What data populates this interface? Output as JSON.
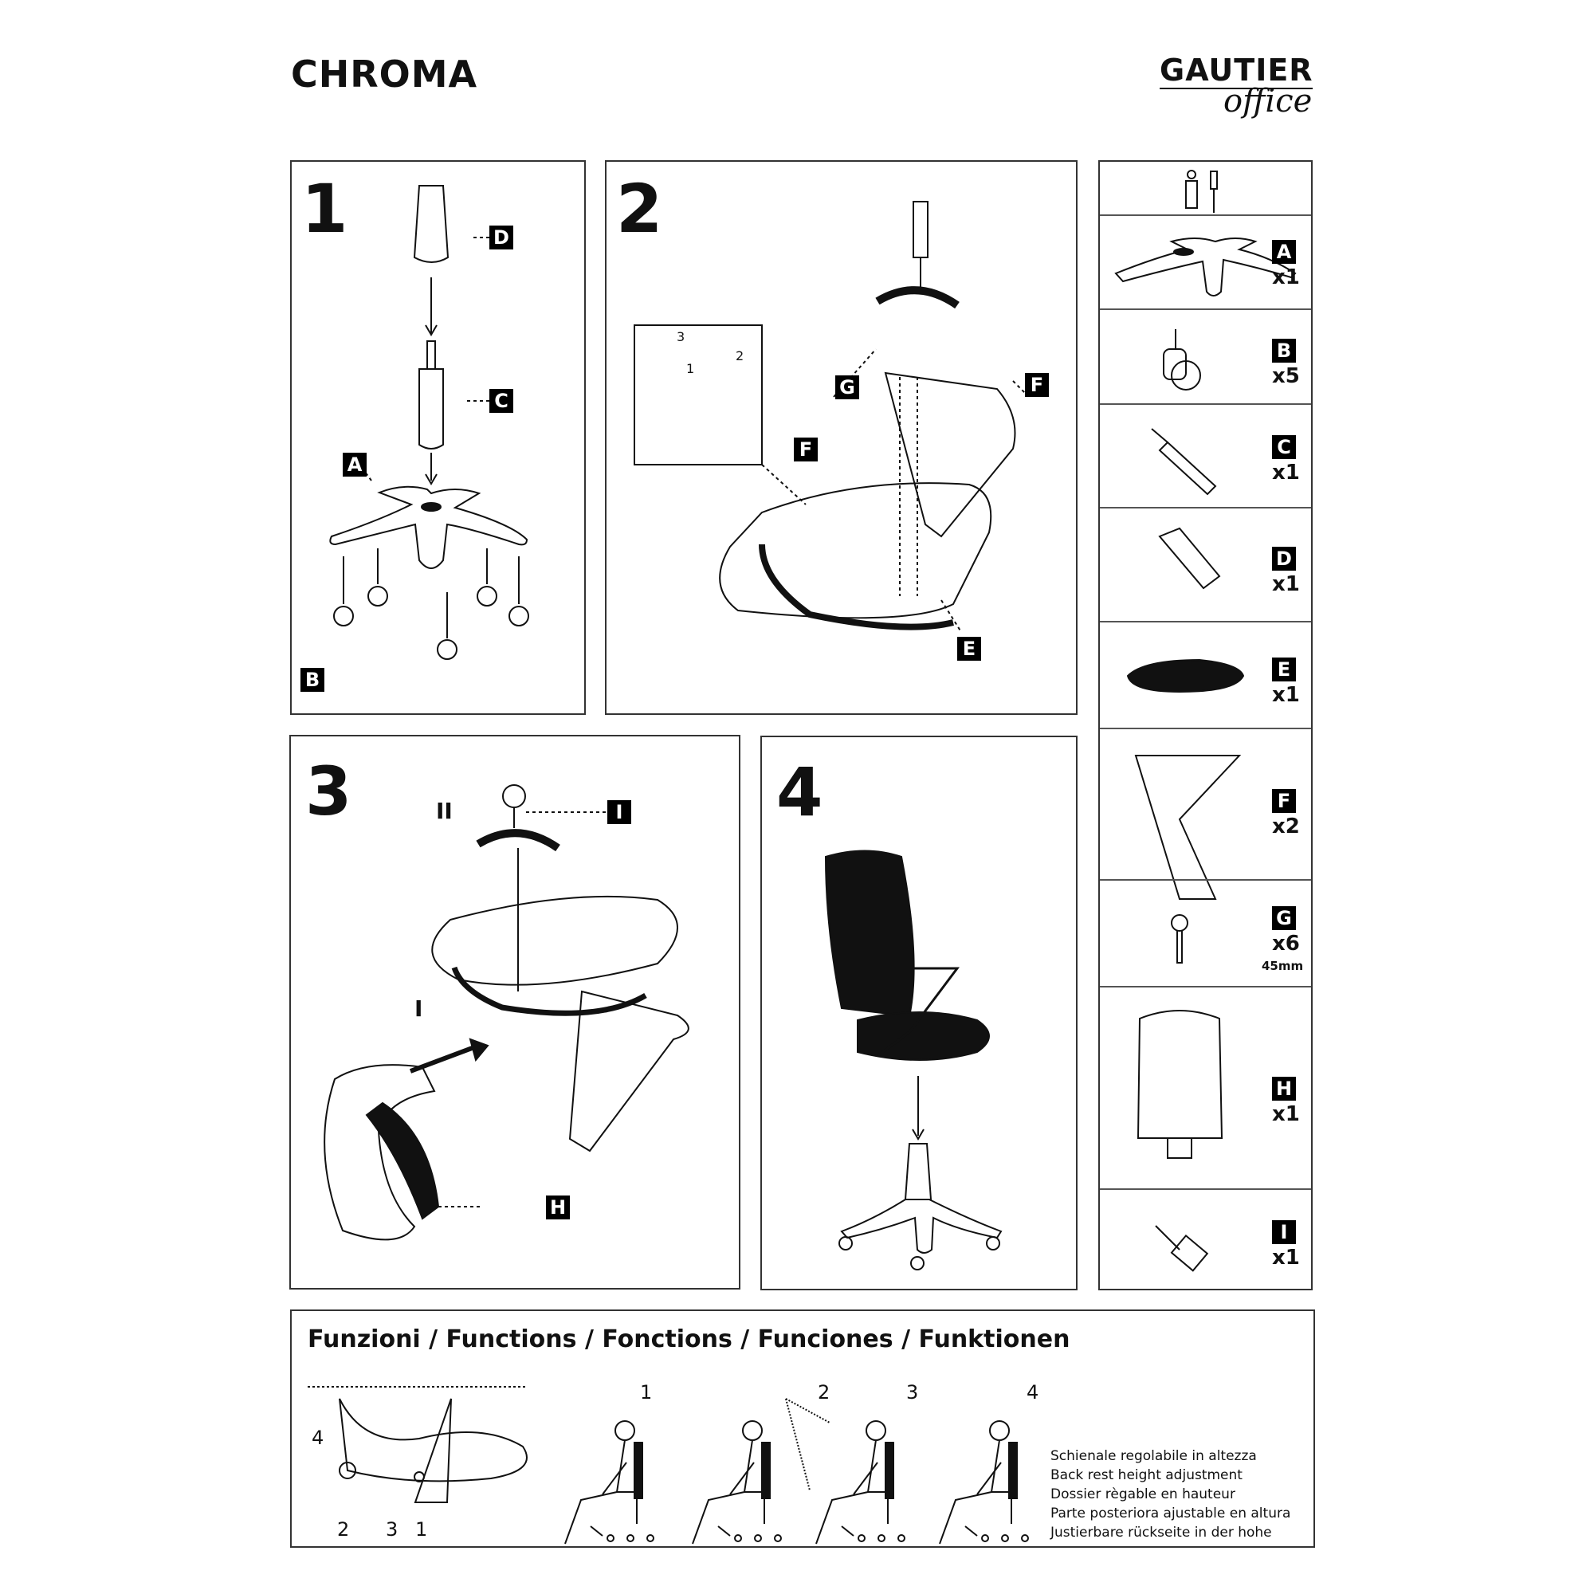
{
  "header": {
    "title": "CHROMA",
    "logo_brand": "GAUTIER",
    "logo_sub": "office"
  },
  "steps": [
    {
      "number": "1"
    },
    {
      "number": "2"
    },
    {
      "number": "3"
    },
    {
      "number": "4"
    }
  ],
  "step1": {
    "labels": [
      "D",
      "C",
      "A",
      "B"
    ]
  },
  "step2": {
    "labels": [
      "G",
      "F",
      "F",
      "E"
    ],
    "inset_numbers": [
      "3",
      "1",
      "2"
    ]
  },
  "step3": {
    "labels": [
      "I",
      "H"
    ],
    "markers": [
      "II",
      "I"
    ]
  },
  "parts": [
    {
      "letter": "A",
      "qty": "x1"
    },
    {
      "letter": "B",
      "qty": "x5"
    },
    {
      "letter": "C",
      "qty": "x1"
    },
    {
      "letter": "D",
      "qty": "x1"
    },
    {
      "letter": "E",
      "qty": "x1"
    },
    {
      "letter": "F",
      "qty": "x2"
    },
    {
      "letter": "G",
      "qty": "x6",
      "note": "45mm"
    },
    {
      "letter": "H",
      "qty": "x1"
    },
    {
      "letter": "I",
      "qty": "x1"
    }
  ],
  "functions": {
    "title": "Funzioni / Functions / Fonctions / Funciones / Funktionen",
    "diagram_numbers": [
      "4",
      "2",
      "3",
      "1"
    ],
    "figure_numbers": [
      "1",
      "2",
      "3",
      "4"
    ],
    "description": [
      "Schienale regolabile in altezza",
      "Back rest height adjustment",
      "Dossier règable en hauteur",
      "Parte posteriora ajustable en altura",
      "Justierbare rückseite in der hohe"
    ]
  }
}
